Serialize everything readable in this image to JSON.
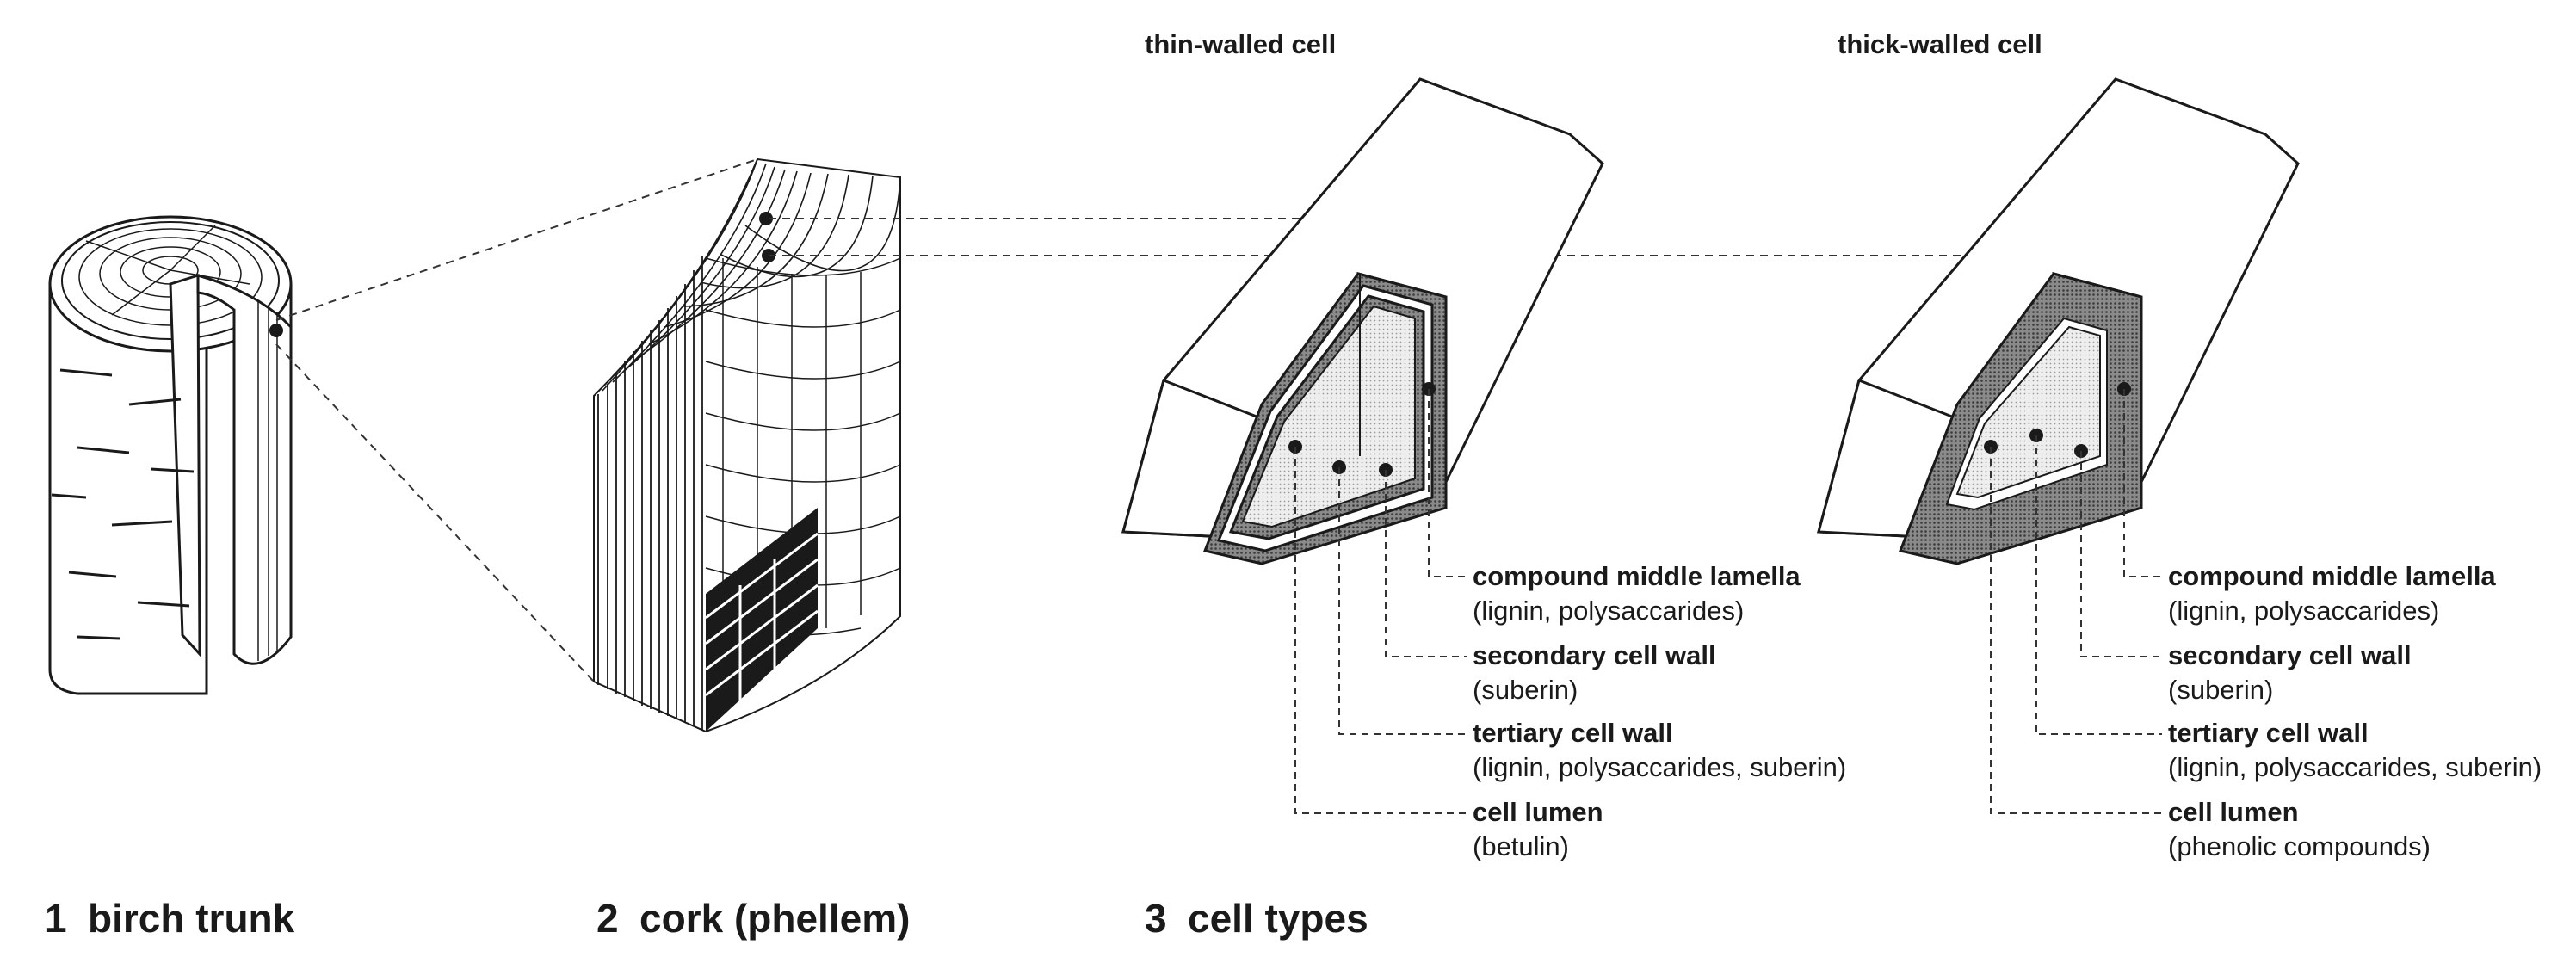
{
  "panels": [
    {
      "number": "1",
      "title": "birch trunk"
    },
    {
      "number": "2",
      "title": "cork (phellem)"
    },
    {
      "number": "3",
      "title": "cell types"
    }
  ],
  "cells": [
    {
      "title": "thin-walled cell",
      "labels": [
        {
          "name": "compound middle lamella",
          "composition": "(lignin, polysaccarides)"
        },
        {
          "name": "secondary cell wall",
          "composition": "(suberin)"
        },
        {
          "name": "tertiary cell wall",
          "composition": "(lignin, polysaccarides, suberin)"
        },
        {
          "name": "cell lumen",
          "composition": "(betulin)"
        }
      ]
    },
    {
      "title": "thick-walled cell",
      "labels": [
        {
          "name": "compound middle lamella",
          "composition": "(lignin, polysaccarides)"
        },
        {
          "name": "secondary cell wall",
          "composition": "(suberin)"
        },
        {
          "name": "tertiary cell wall",
          "composition": "(lignin, polysaccarides, suberin)"
        },
        {
          "name": "cell lumen",
          "composition": "(phenolic compounds)"
        }
      ]
    }
  ]
}
